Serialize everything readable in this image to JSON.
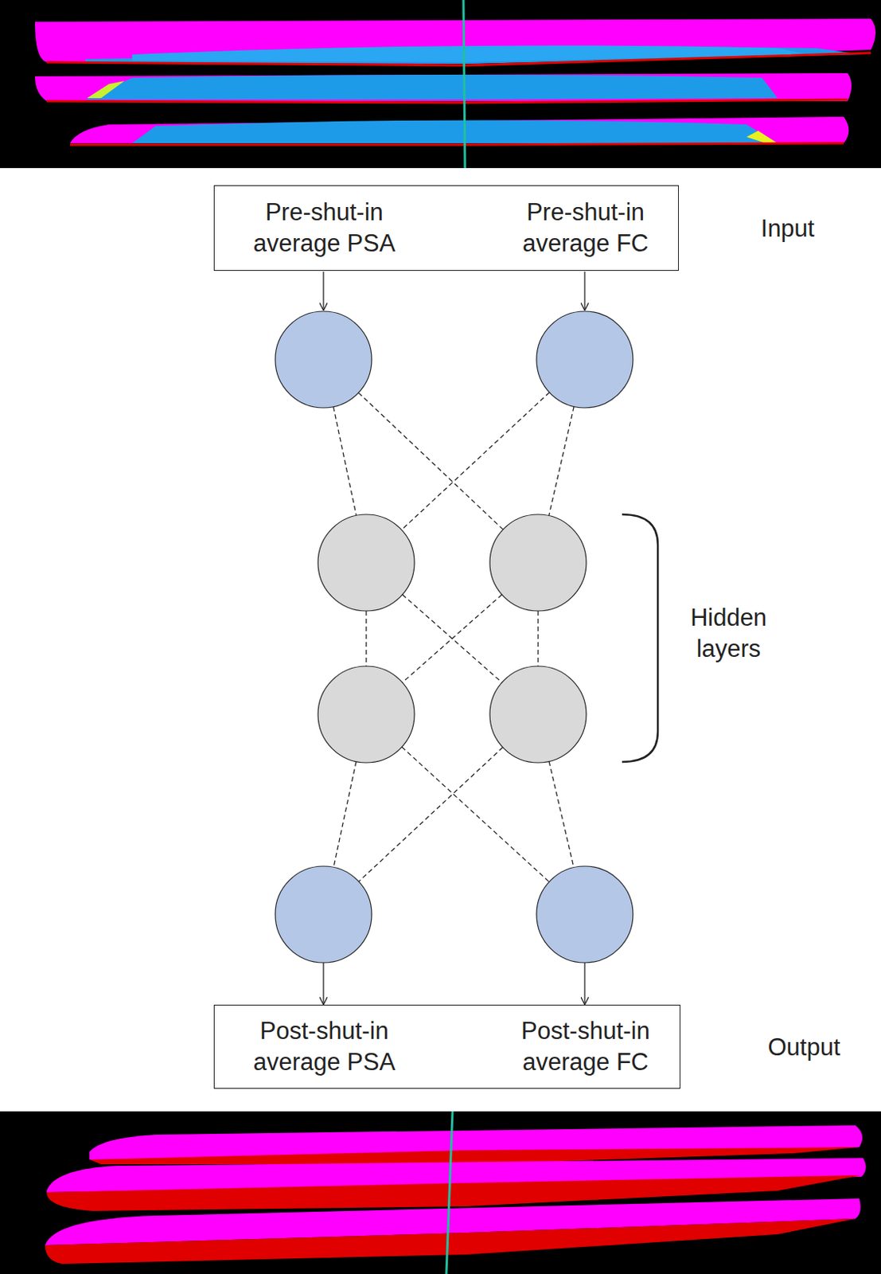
{
  "diagram": {
    "nodes": [
      {
        "text": [
          "Pre-shut-in average PSA",
          "Pre-shut-in average FC"
        ]
      },
      {
        "text": [
          "Post-shut-in average PSA",
          "Post-shut-in average FC"
        ]
      }
    ],
    "labels": [
      "Input",
      "Hidden layers",
      "Output"
    ]
  }
}
